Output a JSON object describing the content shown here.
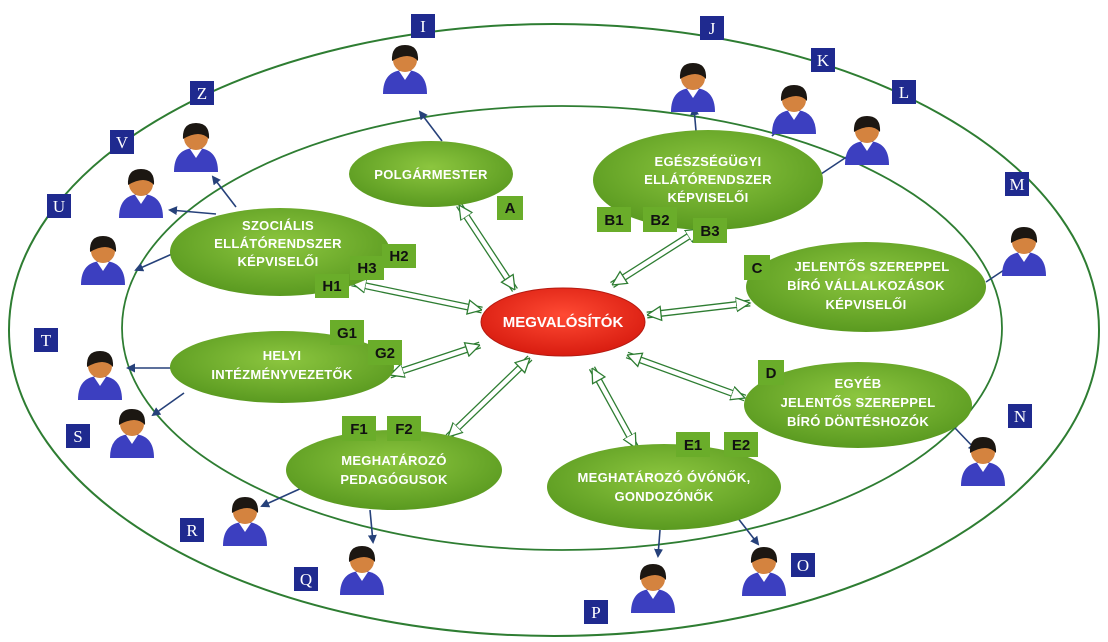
{
  "colors": {
    "node_fill": "#6aad2a",
    "center_fill": "#e8271a",
    "tag_fill": "#6aad2a",
    "person_badge_fill": "#1f2a8f",
    "ellipse_stroke": "#2e7d32",
    "arrow_stroke": "#2e7d32",
    "link_stroke": "#26417a",
    "person_body": "#3c3fc0",
    "person_skin": "#d4833f",
    "person_hair": "#1c1712"
  },
  "center": {
    "label": "MEGVALÓSÍTÓK"
  },
  "nodes": [
    {
      "id": "A",
      "lines": [
        "POLGÁRMESTER"
      ]
    },
    {
      "id": "B",
      "lines": [
        "EGÉSZSÉGÜGYI",
        "ELLÁTÓRENDSZER",
        "KÉPVISELŐI"
      ]
    },
    {
      "id": "C",
      "lines": [
        "JELENTŐS SZEREPPEL",
        "BÍRÓ VÁLLALKOZÁSOK",
        "KÉPVISELŐI"
      ]
    },
    {
      "id": "D",
      "lines": [
        "EGYÉB",
        "JELENTŐS SZEREPPEL",
        "BÍRÓ DÖNTÉSHOZÓK"
      ]
    },
    {
      "id": "E",
      "lines": [
        "MEGHATÁROZÓ ÓVÓNŐK,",
        "GONDOZÓNŐK"
      ]
    },
    {
      "id": "F",
      "lines": [
        "MEGHATÁROZÓ",
        "PEDAGÓGUSOK"
      ]
    },
    {
      "id": "G",
      "lines": [
        "HELYI",
        "INTÉZMÉNYVEZETŐK"
      ]
    },
    {
      "id": "H",
      "lines": [
        "SZOCIÁLIS",
        "ELLÁTÓRENDSZER",
        "KÉPVISELŐI"
      ]
    }
  ],
  "tags": [
    "A",
    "B1",
    "B2",
    "B3",
    "C",
    "D",
    "E1",
    "E2",
    "F1",
    "F2",
    "G1",
    "G2",
    "H1",
    "H2",
    "H3"
  ],
  "people": [
    "I",
    "J",
    "K",
    "L",
    "M",
    "N",
    "O",
    "P",
    "Q",
    "R",
    "S",
    "T",
    "U",
    "V",
    "Z"
  ],
  "icons": {
    "person": "person-icon"
  }
}
